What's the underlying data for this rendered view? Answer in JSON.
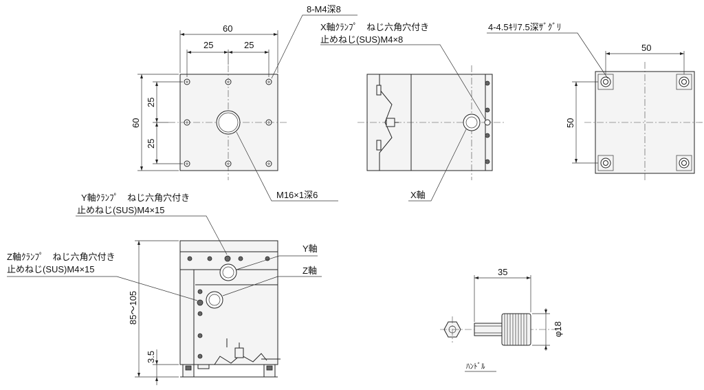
{
  "labels": {
    "top_width": "60",
    "top_half_left": "25",
    "top_half_right": "25",
    "tapped_holes": "8-M4深8",
    "left_height": "60",
    "left_upper": "25",
    "left_lower": "25",
    "center_hole": "M16×1深6",
    "x_clamp_l1": "X軸ｸﾗﾝﾌﾟ　ねじ六角穴付き",
    "x_clamp_l2": "止めねじ(SUS)M4×8",
    "x_axis": "X軸",
    "counterbore": "4-4.5ｷﾘ7.5深ｻﾞｸﾞﾘ",
    "right_width": "50",
    "right_height": "50",
    "y_clamp_l1": "Y軸ｸﾗﾝﾌﾟ　ねじ六角穴付き",
    "y_clamp_l2": "止めねじ(SUS)M4×15",
    "z_clamp_l1": "Z軸ｸﾗﾝﾌﾟ　ねじ六角穴付き",
    "z_clamp_l2": "止めねじ(SUS)M4×15",
    "y_axis": "Y軸",
    "z_axis": "Z軸",
    "height_range": "85～105",
    "small_dim": "3.5",
    "handle_len": "35",
    "handle_dia": "φ18",
    "handle": "ﾊﾝﾄﾞﾙ"
  }
}
